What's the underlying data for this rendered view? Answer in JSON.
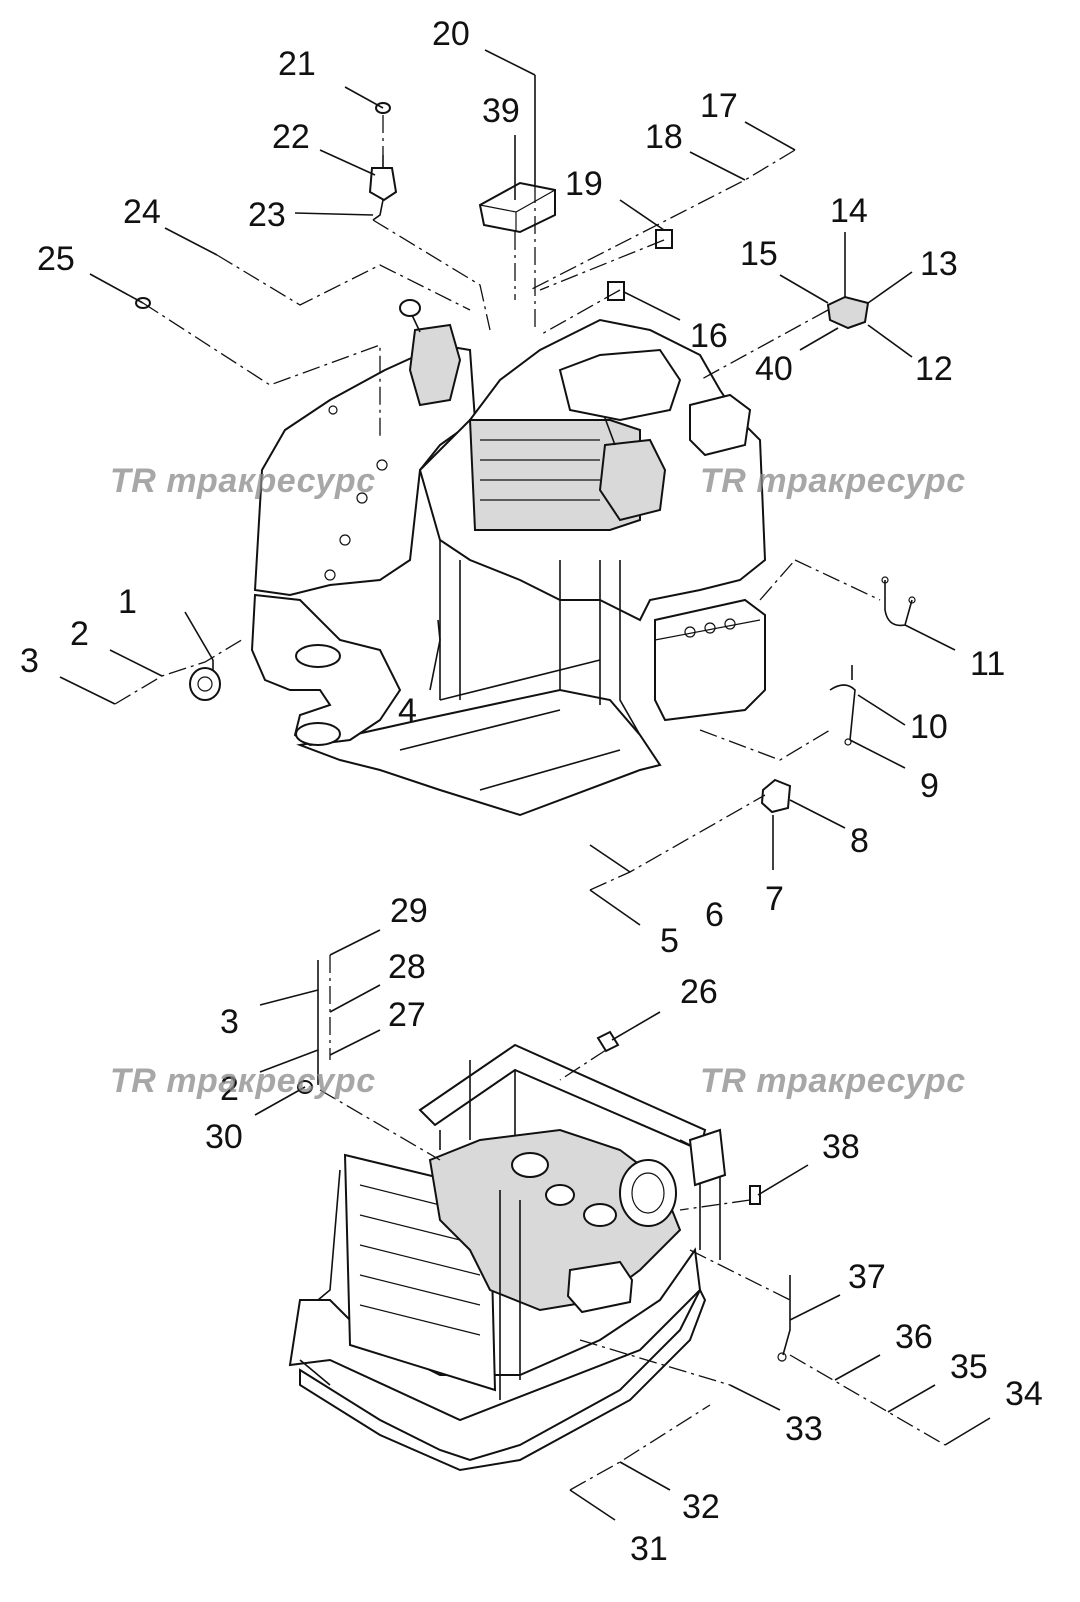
{
  "watermark": {
    "text": "тракресурс",
    "logo": "TR",
    "color": "#8a8a8a"
  },
  "labels": {
    "l1": "1",
    "l2": "2",
    "l3": "3",
    "l4": "4",
    "l5": "5",
    "l6": "6",
    "l7": "7",
    "l8": "8",
    "l9": "9",
    "l10": "10",
    "l11": "11",
    "l12": "12",
    "l13": "13",
    "l14": "14",
    "l15": "15",
    "l16": "16",
    "l17": "17",
    "l18": "18",
    "l19": "19",
    "l20": "20",
    "l21": "21",
    "l22": "22",
    "l23": "23",
    "l24": "24",
    "l25": "25",
    "l26": "26",
    "l27": "27",
    "l28": "28",
    "l29": "29",
    "l30": "30",
    "l31": "31",
    "l32": "32",
    "l33": "33",
    "l34": "34",
    "l35": "35",
    "l36": "36",
    "l37": "37",
    "l38": "38",
    "l39": "39",
    "l40": "40",
    "l2b": "2",
    "l3b": "3"
  }
}
